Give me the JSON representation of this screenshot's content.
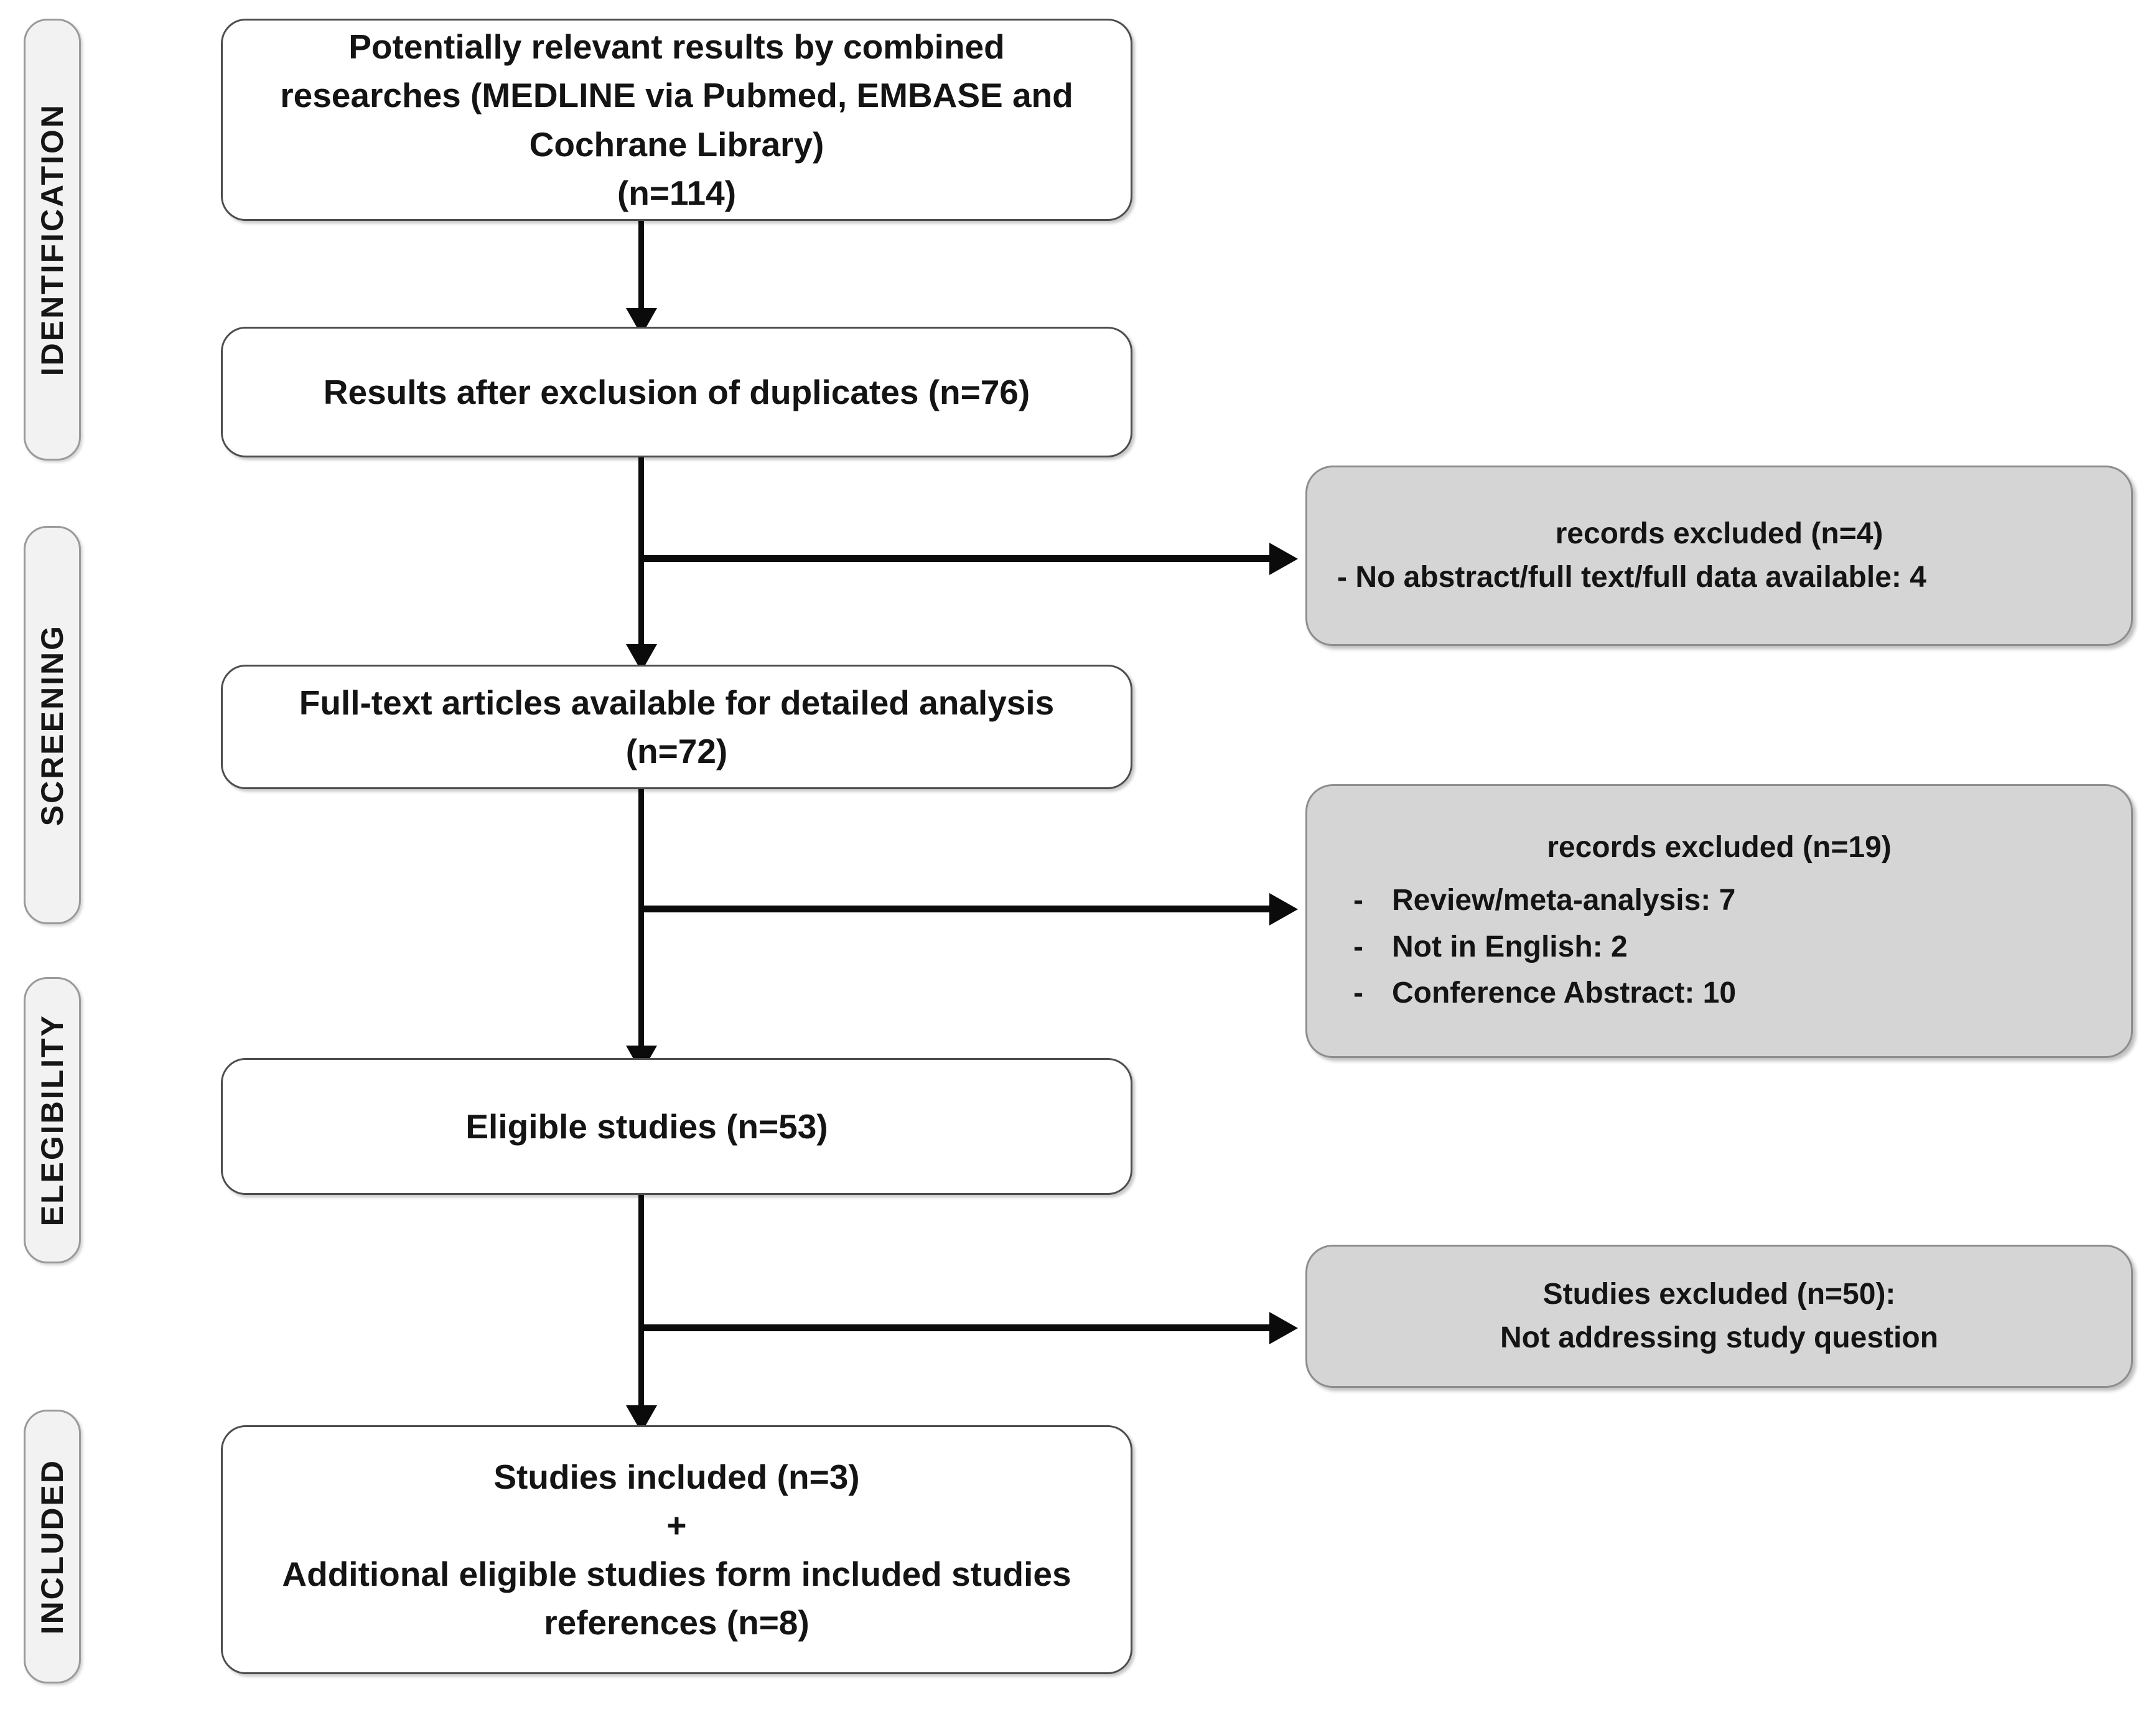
{
  "diagram": {
    "title": "PRISMA flow diagram",
    "colors": {
      "box_fill": "#ffffff",
      "box_border": "#4d4d4d",
      "excluded_fill": "#d5d5d5",
      "excluded_border": "#8d8d8d",
      "tab_fill": "#f2f2f2",
      "tab_border": "#9a9a9a",
      "connector": "#0b0b0b",
      "text": "#141414"
    }
  },
  "stages": [
    {
      "id": "identification",
      "label": "IDENTIFICATION"
    },
    {
      "id": "screening",
      "label": "SCREENING"
    },
    {
      "id": "elegibility",
      "label": "ELEGIBILITY"
    },
    {
      "id": "included",
      "label": "INCLUDED"
    }
  ],
  "boxes": [
    {
      "id": "records-identified",
      "text": "Potentially relevant results by combined\nresearches (MEDLINE via Pubmed, EMBASE and\nCochrane Library)\n(n=114)",
      "n": 114
    },
    {
      "id": "after-duplicates",
      "text": "Results after exclusion of duplicates (n=76)",
      "n": 76
    },
    {
      "id": "full-text-available",
      "text": "Full-text articles available for detailed  analysis\n(n=72)",
      "n": 72
    },
    {
      "id": "eligible-studies",
      "text": "Eligible studies (n=53)",
      "n": 53
    },
    {
      "id": "studies-included",
      "text": "Studies included (n=3)\n+\nAdditional eligible studies form included studies\nreferences (n=8)",
      "n": 3
    }
  ],
  "excluded": [
    {
      "id": "excluded-screening-1",
      "heading": "records excluded (n=4)",
      "n": 4,
      "reasons_inline": "-  No abstract/full text/full data available: 4",
      "reasons": []
    },
    {
      "id": "excluded-screening-2",
      "heading": "records excluded (n=19)",
      "n": 19,
      "reasons_inline": "",
      "reasons": [
        {
          "dash": "-",
          "label": "Review/meta-analysis: 7"
        },
        {
          "dash": "-",
          "label": "Not in English: 2"
        },
        {
          "dash": "-",
          "label": "Conference Abstract: 10"
        }
      ]
    },
    {
      "id": "excluded-eligibility",
      "heading": "Studies excluded (n=50):",
      "n": 50,
      "sub": "Not addressing study question",
      "reasons_inline": "",
      "reasons": []
    }
  ]
}
